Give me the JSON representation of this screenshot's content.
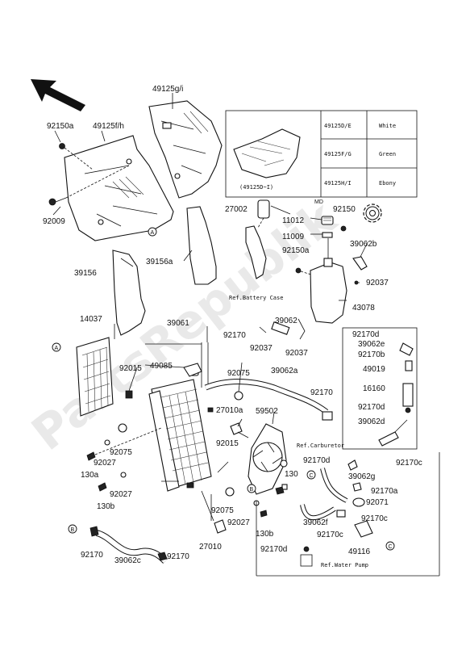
{
  "watermark": "PartsRepublik",
  "part_labels": {
    "p49125gi": "49125g/i",
    "p92150a_top": "92150a",
    "p49125fh": "49125f/h",
    "p92009": "92009",
    "p27002": "27002",
    "p11012": "11012",
    "p92150": "92150",
    "p11009": "11009",
    "p92150a_res": "92150a",
    "p39062b": "39062b",
    "p92037_r": "92037",
    "p43078": "43078",
    "p39156": "39156",
    "p39156a": "39156a",
    "p14037": "14037",
    "p39061": "39061",
    "p92170_mid": "92170",
    "p39062_mid": "39062",
    "p92037_a": "92037",
    "p92037_b": "92037",
    "p49085": "49085",
    "p92015_l": "92015",
    "p92075_mid": "92075",
    "p39062a": "39062a",
    "p92170_r": "92170",
    "p27010a": "27010a",
    "p59502": "59502",
    "p92015_c": "92015",
    "p92075_l": "92075",
    "p92027_l": "92027",
    "p130a": "130a",
    "p92027_l2": "92027",
    "p130b": "130b",
    "p130_c": "130",
    "p92075_b": "92075",
    "p92027_b": "92027",
    "p130b_c": "130b",
    "p27010": "27010",
    "p92170_bl": "92170",
    "p39062c": "39062c",
    "p92170_bm": "92170",
    "p92170d_1": "92170d",
    "p39062e": "39062e",
    "p92170b": "92170b",
    "p49019": "49019",
    "p16160": "16160",
    "p92170d_2": "92170d",
    "p39062d": "39062d",
    "p92170c_r": "92170c",
    "p92170d_3": "92170d",
    "p39062g": "39062g",
    "p92170a_r": "92170a",
    "p92071": "92071",
    "p39062f": "39062f",
    "p92170c_1": "92170c",
    "p92170c_2": "92170c",
    "p49116": "49116",
    "p92170d_4": "92170d"
  },
  "md_label": "MD",
  "refs": {
    "battery": "Ref.Battery Case",
    "carburetor": "Ref.Carburetor",
    "water_pump": "Ref.Water Pump"
  },
  "inset": {
    "caption": "(49125D~I)",
    "rows": [
      {
        "code": "49125D/E",
        "color": "White"
      },
      {
        "code": "49125F/G",
        "color": "Green"
      },
      {
        "code": "49125H/I",
        "color": "Ebony"
      }
    ]
  },
  "callouts": {
    "A": "A",
    "B": "B",
    "C": "C"
  }
}
